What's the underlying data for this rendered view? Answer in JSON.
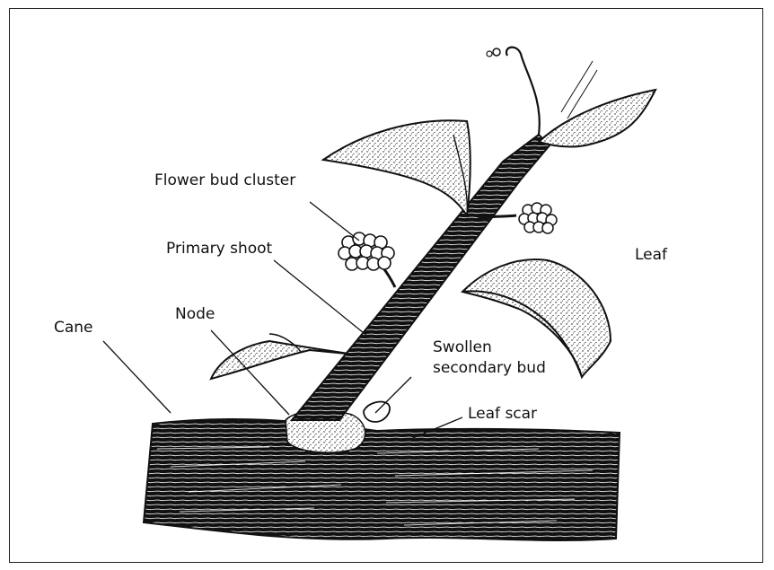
{
  "labels": {
    "flower_bud_cluster": "Flower bud cluster",
    "primary_shoot": "Primary shoot",
    "leaf": "Leaf",
    "cane": "Cane",
    "node": "Node",
    "swollen_secondary_bud_line1": "Swollen",
    "swollen_secondary_bud_line2": "secondary bud",
    "leaf_scar": "Leaf scar"
  }
}
